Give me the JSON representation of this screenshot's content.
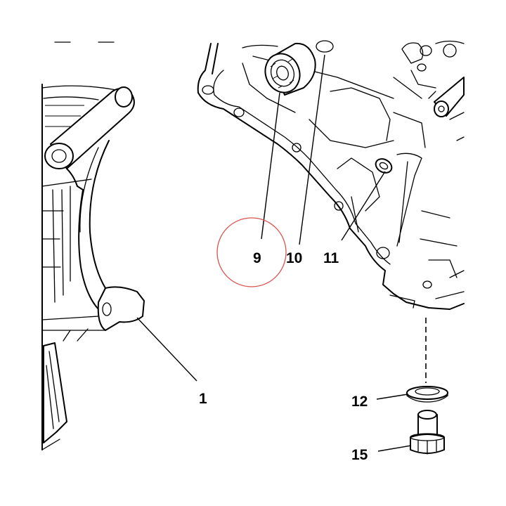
{
  "diagram": {
    "callouts": [
      {
        "id": "c1",
        "label": "1"
      },
      {
        "id": "c9",
        "label": "9"
      },
      {
        "id": "c10",
        "label": "10"
      },
      {
        "id": "c11",
        "label": "11"
      },
      {
        "id": "c12",
        "label": "12"
      },
      {
        "id": "c15",
        "label": "15"
      }
    ],
    "highlight_color": "#d9534f",
    "line_color": "#000000",
    "background": "#ffffff"
  }
}
